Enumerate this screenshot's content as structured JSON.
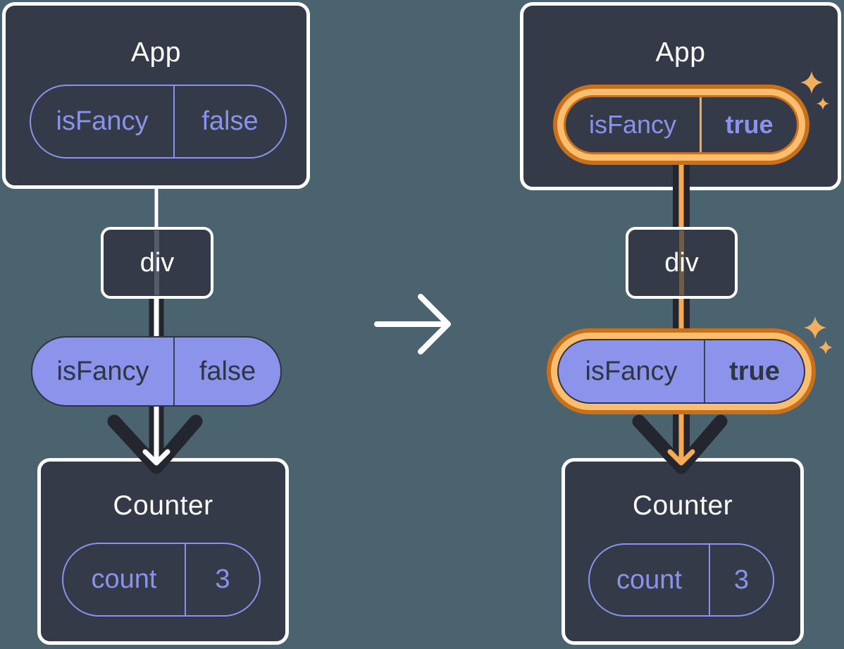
{
  "diagram": {
    "description": "prop-flow before and after state change",
    "left": {
      "app_title": "App",
      "app_prop": {
        "name": "isFancy",
        "value": "false"
      },
      "div_label": "div",
      "passed_prop": {
        "name": "isFancy",
        "value": "false"
      },
      "counter_title": "Counter",
      "counter_state": {
        "name": "count",
        "value": "3"
      }
    },
    "right": {
      "app_title": "App",
      "app_prop": {
        "name": "isFancy",
        "value": "true"
      },
      "div_label": "div",
      "passed_prop": {
        "name": "isFancy",
        "value": "true"
      },
      "counter_title": "Counter",
      "counter_state": {
        "name": "count",
        "value": "3"
      }
    },
    "colors": {
      "background": "#4A636E",
      "card": "#343A47",
      "card_border": "#FFFFFF",
      "purple_outline": "#8A93EC",
      "purple_fill": "#8B93EB",
      "dark_text": "#2F3542",
      "arrow_dark": "#23262F",
      "highlight_ring_light": "#FBBE6E",
      "highlight_ring_dark": "#C9701A",
      "highlight_arrow": "#F4AB51",
      "sparkle": "#F2B05E"
    }
  }
}
